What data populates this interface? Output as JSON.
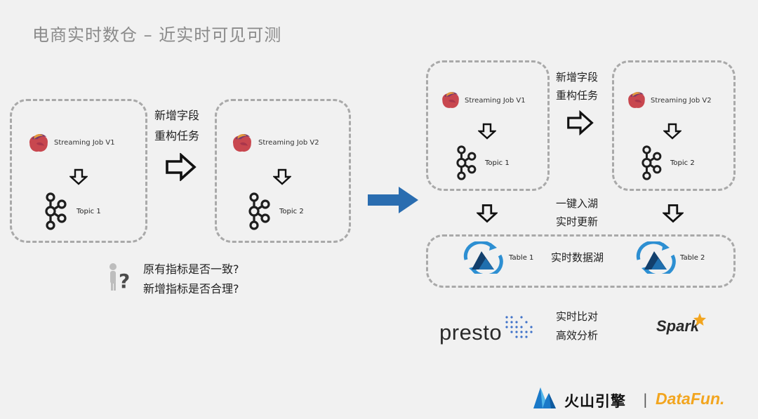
{
  "title": "电商实时数仓 – 近实时可见可测",
  "left": {
    "job_v1": "Streaming Job V1",
    "topic_1": "Topic 1",
    "job_v2": "Streaming Job V2",
    "topic_2": "Topic 2",
    "transition": [
      "新增字段",
      "重构任务"
    ],
    "questions": [
      "原有指标是否一致?",
      "新增指标是否合理?"
    ]
  },
  "right": {
    "job_v1": "Streaming Job V1",
    "topic_1": "Topic 1",
    "job_v2": "Streaming Job V2",
    "topic_2": "Topic 2",
    "transition": [
      "新增字段",
      "重构任务"
    ],
    "ingest": [
      "一键入湖",
      "实时更新"
    ],
    "table_1": "Table 1",
    "table_2": "Table 2",
    "lake_label": "实时数据湖",
    "compare": [
      "实时比对",
      "高效分析"
    ],
    "presto": "presto",
    "spark": "Spark"
  },
  "footer": {
    "brand": "火山引擎",
    "separator": "|",
    "datafun": "DataFun."
  },
  "colors": {
    "flink_red": "#c8474f",
    "flink_purple": "#7a3a6a",
    "kafka": "#1e1e1e",
    "hudi_blue": "#2d8fd2",
    "hudi_dark": "#123f6c",
    "arrow_blue": "#2a6db0",
    "volc_blue": "#1a79c8",
    "datafun_orange": "#f2a51f"
  }
}
